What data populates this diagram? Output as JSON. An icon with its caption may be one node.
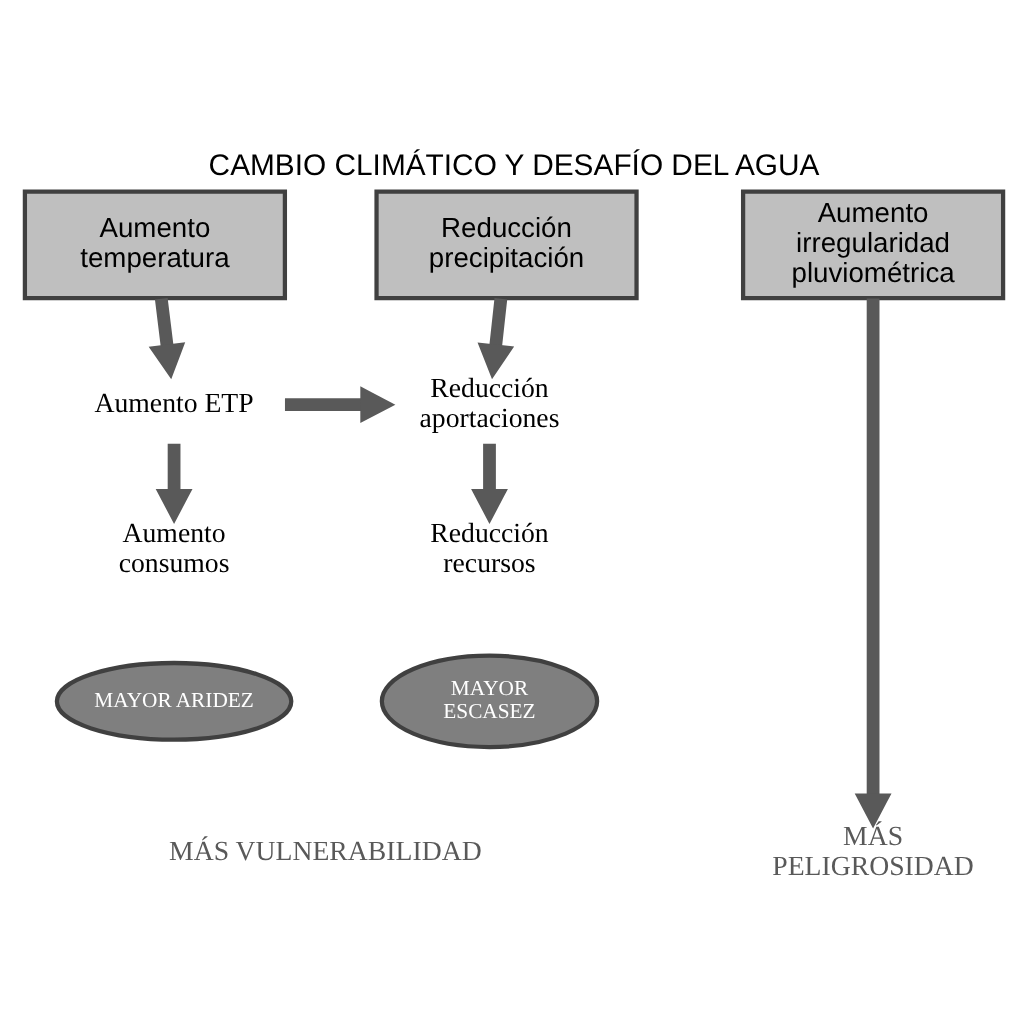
{
  "diagram": {
    "title": "CAMBIO CLIMÁTICO Y DESAFÍO DEL AGUA",
    "nodes": [
      {
        "text": [
          "Aumento temperatura"
        ]
      },
      {
        "text": [
          "Reducción precipitación"
        ]
      },
      {
        "text": [
          "Aumento irregularidad pluviométrica"
        ]
      },
      {
        "text": [
          "Aumento ETP"
        ]
      },
      {
        "text": [
          "Reducción aportaciones"
        ]
      },
      {
        "text": [
          "Aumento consumos"
        ]
      },
      {
        "text": [
          "Reducción recursos"
        ]
      },
      {
        "text": [
          "MAYOR ARIDEZ"
        ]
      },
      {
        "text": [
          "MAYOR ESCASEZ"
        ]
      },
      {
        "text": [
          "MÁS PELIGROSIDAD"
        ]
      }
    ],
    "edges": [
      {
        "from": 0,
        "to": 3,
        "arrow": "to"
      },
      {
        "from": 1,
        "to": 4,
        "arrow": "to"
      },
      {
        "from": 3,
        "to": 4,
        "arrow": "to"
      },
      {
        "from": 3,
        "to": 5,
        "arrow": "to"
      },
      {
        "from": 4,
        "to": 6,
        "arrow": "to"
      },
      {
        "from": 2,
        "to": 9,
        "arrow": "to"
      }
    ],
    "labels": [
      "MÁS VULNERABILIDAD"
    ]
  }
}
